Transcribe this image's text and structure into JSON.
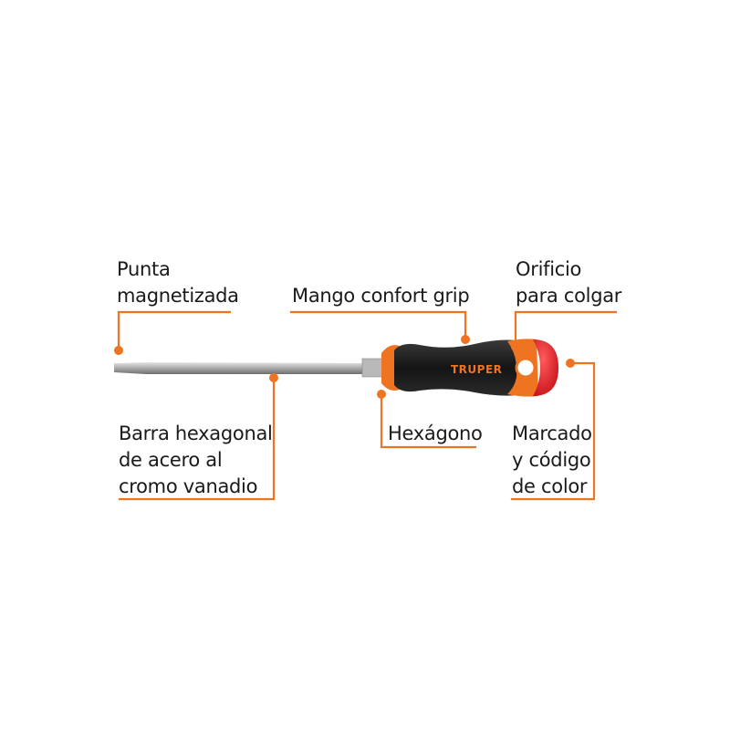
{
  "callouts": {
    "tip": [
      "Punta",
      "magnetizada"
    ],
    "grip": [
      "Mango confort grip"
    ],
    "hole": [
      "Orificio",
      "para colgar"
    ],
    "bar": [
      "Barra hexagonal",
      "de acero al",
      "cromo vanadio"
    ],
    "hex": [
      "Hexágono"
    ],
    "marking": [
      "Marcado",
      "y código",
      "de color"
    ]
  },
  "brand": "TRUPER",
  "colors": {
    "accent": "#ef7422",
    "handle_black": "#1c1c1c",
    "cap_red": "#e0242c",
    "text": "#1a1a1a"
  }
}
